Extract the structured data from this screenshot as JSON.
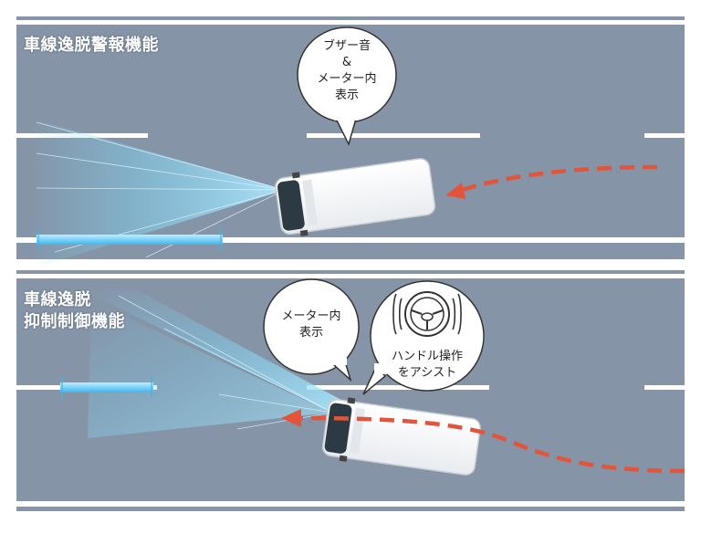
{
  "panels": [
    {
      "title": "車線逸脱警報機能",
      "bubble_lines": [
        "ブザー音",
        "&",
        "メーター内",
        "表示"
      ]
    },
    {
      "title_lines": [
        "車線逸脱",
        "抑制制御機能"
      ],
      "bubble_lines": [
        "メーター内",
        "表示"
      ],
      "assist_lines": [
        "ハンドル操作",
        "をアシスト"
      ],
      "assist_icon": "steering-wheel-icon"
    }
  ],
  "colors": {
    "road": "#8594a7",
    "lane_line": "#ffffff",
    "path_arrow": "#e2553a",
    "camera_beam": "#7fd4f2",
    "lane_highlight": "#4fc3f7"
  }
}
